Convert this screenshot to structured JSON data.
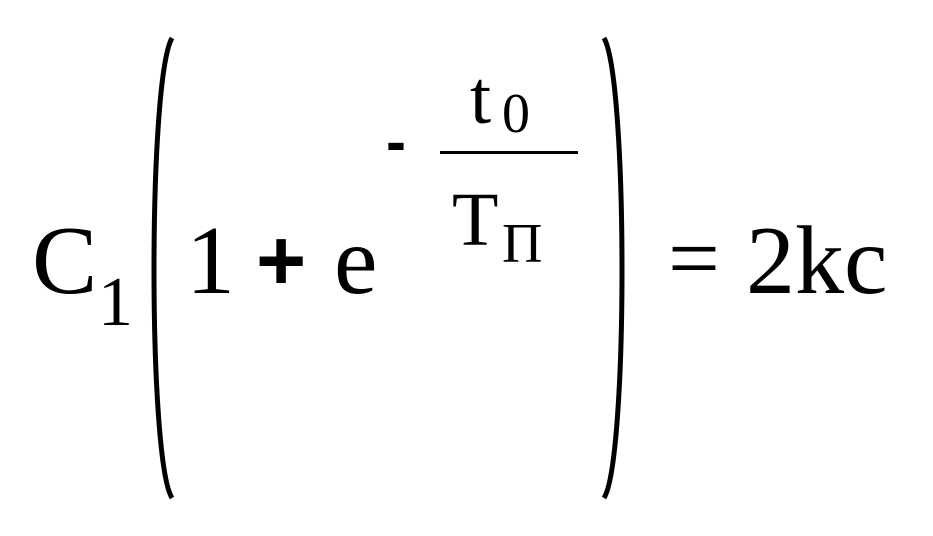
{
  "formula": {
    "coefficient": "C",
    "coefficient_subscript": "1",
    "one": "1",
    "plus": "+",
    "base": "e",
    "exponent_sign": "-",
    "numerator": "t",
    "numerator_subscript": "0",
    "denominator": "T",
    "denominator_subscript": "П",
    "equals": "=",
    "right_side": "2kc"
  }
}
